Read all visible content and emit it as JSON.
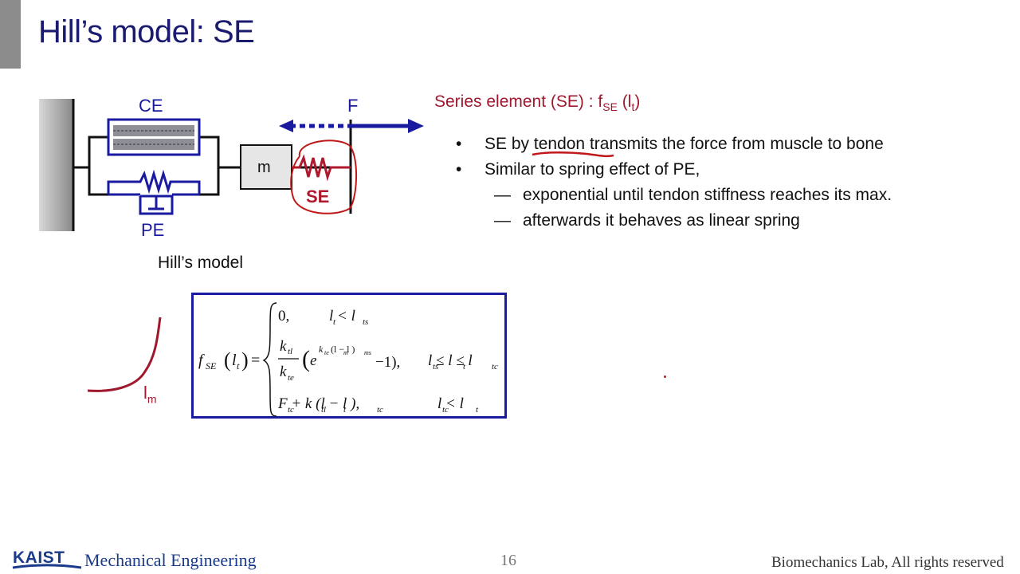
{
  "slide": {
    "title": "Hill’s model: SE",
    "page_number": "16"
  },
  "diagram": {
    "label_ce": "CE",
    "label_pe": "PE",
    "label_m": "m",
    "label_se": "SE",
    "label_f": "F",
    "caption": "Hill’s model",
    "colors": {
      "blue": "#1a1aa0",
      "red": "#b0182d",
      "wall": "#9a9a9a"
    }
  },
  "curve": {
    "label": "l",
    "label_sub": "m"
  },
  "formula": {
    "lhs": "f",
    "lhs_sub": "SE",
    "arg": "l",
    "arg_sub": "t",
    "case1_value": "0,",
    "case1_cond": "l < l",
    "case2_frac_num": "k",
    "case2_frac_num_sub": "tl",
    "case2_frac_den": "k",
    "case2_frac_den_sub": "te",
    "case2_exp": "e",
    "case2_exponent": "k",
    "case2_exponent_sub": "te",
    "case2_exponent_inner": "(l  − l  )",
    "case2_tail": "−1),",
    "case2_cond": "l  ≤ l ≤ l",
    "case3_value": "F  + k  (l − l  ),",
    "case3_cond": "l  < l",
    "sub_t": "t",
    "sub_ts": "ts",
    "sub_tc": "tc",
    "sub_tl": "tl",
    "sub_m": "m",
    "sub_ms": "ms"
  },
  "se_section": {
    "heading": "Series element (SE) : f",
    "heading_sub": "SE",
    "heading_arg": "(l",
    "heading_arg_sub": "t",
    "heading_close": ")",
    "bullets": [
      {
        "marker": "•",
        "pre": "SE by ",
        "link": "tendon",
        "post": " transmits the force from muscle to bone"
      },
      {
        "marker": "•",
        "text": "Similar to spring effect of PE,"
      }
    ],
    "subbullets": [
      {
        "marker": "—",
        "text": "exponential until tendon stiffness reaches its max."
      },
      {
        "marker": "—",
        "text": "afterwards it behaves as linear spring"
      }
    ]
  },
  "footer": {
    "logo": "KAIST",
    "department": "Mechanical Engineering",
    "copyright": "Biomechanics Lab, All rights reserved"
  }
}
